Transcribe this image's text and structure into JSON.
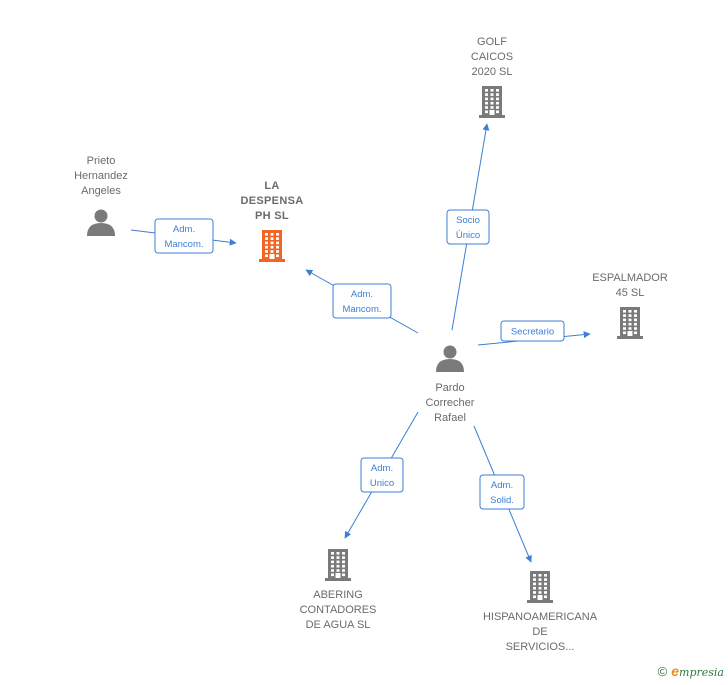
{
  "nodes": [
    {
      "id": "la_despensa",
      "type": "company",
      "highlight": true,
      "lines": [
        "LA",
        "DESPENSA",
        "PH  SL"
      ]
    },
    {
      "id": "golf_caicos",
      "type": "company",
      "highlight": false,
      "lines": [
        "GOLF",
        "CAICOS",
        "2020  SL"
      ]
    },
    {
      "id": "espalmador",
      "type": "company",
      "highlight": false,
      "lines": [
        "ESPALMADOR",
        "45  SL"
      ]
    },
    {
      "id": "abering",
      "type": "company",
      "highlight": false,
      "lines": [
        "ABERING",
        "CONTADORES",
        "DE AGUA SL"
      ]
    },
    {
      "id": "hispanoamericana",
      "type": "company",
      "highlight": false,
      "lines": [
        "HISPANOAMERICANA",
        "DE",
        "SERVICIOS..."
      ]
    },
    {
      "id": "prieto",
      "type": "person",
      "highlight": false,
      "lines": [
        "Prieto",
        "Hernandez",
        "Angeles"
      ]
    },
    {
      "id": "pardo",
      "type": "person",
      "highlight": false,
      "lines": [
        "Pardo",
        "Correcher",
        "Rafael"
      ]
    }
  ],
  "edges": [
    {
      "id": "e1",
      "from": "prieto",
      "to": "la_despensa",
      "lines": [
        "Adm.",
        "Mancom."
      ]
    },
    {
      "id": "e2",
      "from": "pardo",
      "to": "la_despensa",
      "lines": [
        "Adm.",
        "Mancom."
      ]
    },
    {
      "id": "e3",
      "from": "pardo",
      "to": "golf_caicos",
      "lines": [
        "Socio",
        "Único"
      ]
    },
    {
      "id": "e4",
      "from": "pardo",
      "to": "espalmador",
      "lines": [
        "Secretario"
      ]
    },
    {
      "id": "e5",
      "from": "pardo",
      "to": "abering",
      "lines": [
        "Adm.",
        "Unico"
      ]
    },
    {
      "id": "e6",
      "from": "pardo",
      "to": "hispanoamericana",
      "lines": [
        "Adm.",
        "Solid."
      ]
    }
  ],
  "colors": {
    "edge": "#3b7fd6",
    "company": "#7a7a7a",
    "company_highlight": "#f26522",
    "person": "#7a7a7a",
    "label": "#6b6b6b",
    "brand": "#2e7b3e",
    "brand_e": "#f28c1c"
  },
  "footer": {
    "copyright_icon": "copyright-icon",
    "brand_initial": "e",
    "brand_rest": "mpresia"
  }
}
